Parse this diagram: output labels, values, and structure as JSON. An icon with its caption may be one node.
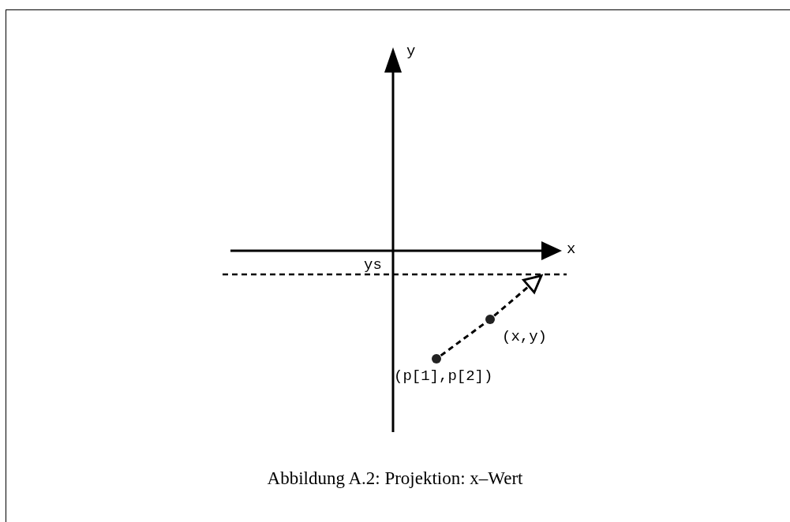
{
  "diagram": {
    "caption": "Abbildung A.2: Projektion: x–Wert",
    "nodes": [
      {
        "text": [],
        "shape": "circle",
        "beside": [
          "(p[1],p[2])"
        ]
      },
      {
        "text": [],
        "shape": "circle",
        "beside": [
          "(x,y)"
        ]
      },
      {
        "text": [],
        "shape": "bar"
      }
    ],
    "edges": [
      {
        "from": 0,
        "to": 1,
        "arrow": "none",
        "style": "dashed"
      },
      {
        "from": 1,
        "to": 2,
        "arrow": "to",
        "style": "dashed"
      }
    ],
    "labels": [
      "y",
      "x",
      "ys"
    ]
  }
}
